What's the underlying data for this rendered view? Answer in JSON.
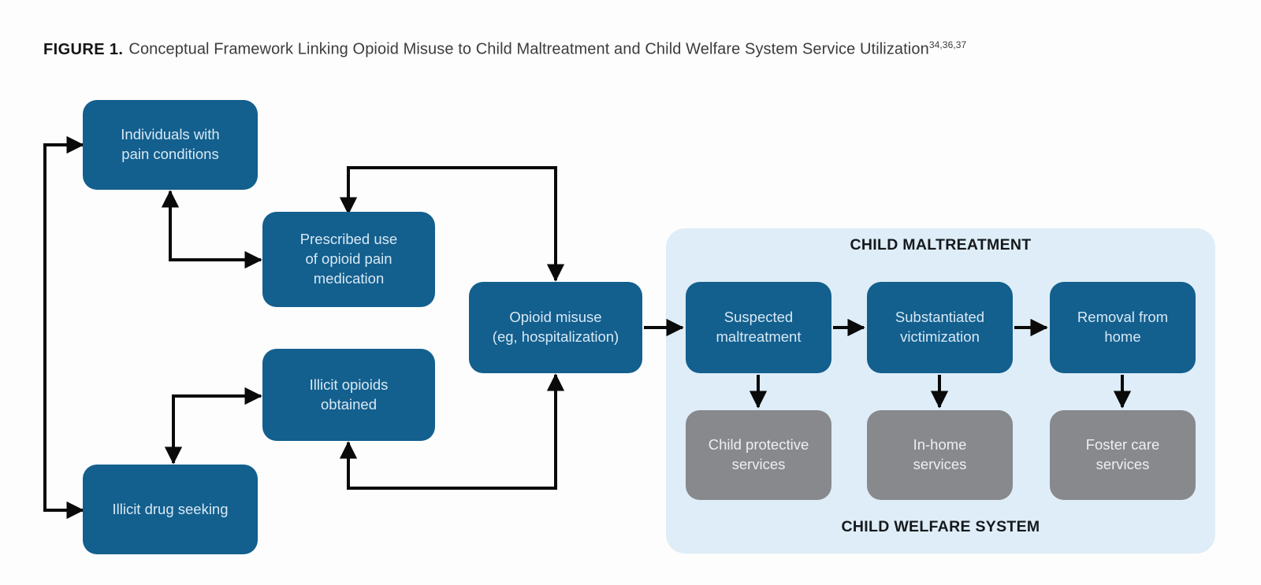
{
  "figure": {
    "label": "FIGURE 1.",
    "title": "Conceptual Framework Linking Opioid Misuse to Child Maltreatment and Child Welfare System Service Utilization",
    "superscript": "34,36,37"
  },
  "colors": {
    "node_blue": "#135F8E",
    "node_gray": "#87898C",
    "panel_blue": "#DEEDF7",
    "arrow_black": "#0A0A0A",
    "node_text": "#D8E9F4",
    "gray_text": "#EDEFF0",
    "title_text": "#3C3C3C",
    "label_text": "#141414"
  },
  "nodes": {
    "individuals_with_pain_conditions": "Individuals with\npain conditions",
    "prescribed_use": "Prescribed use\nof opioid pain\nmedication",
    "illicit_opioids_obtained": "Illicit opioids\nobtained",
    "illicit_drug_seeking": "Illicit drug seeking",
    "opioid_misuse": "Opioid misuse\n(eg, hospitalization)",
    "suspected_maltreatment": "Suspected\nmaltreatment",
    "substantiated_victimization": "Substantiated\nvictimization",
    "removal_from_home": "Removal from\nhome",
    "child_protective_services": "Child protective\nservices",
    "in_home_services": "In-home\nservices",
    "foster_care_services": "Foster care\nservices"
  },
  "panel": {
    "top_label": "CHILD MALTREATMENT",
    "bottom_label": "CHILD WELFARE SYSTEM"
  }
}
